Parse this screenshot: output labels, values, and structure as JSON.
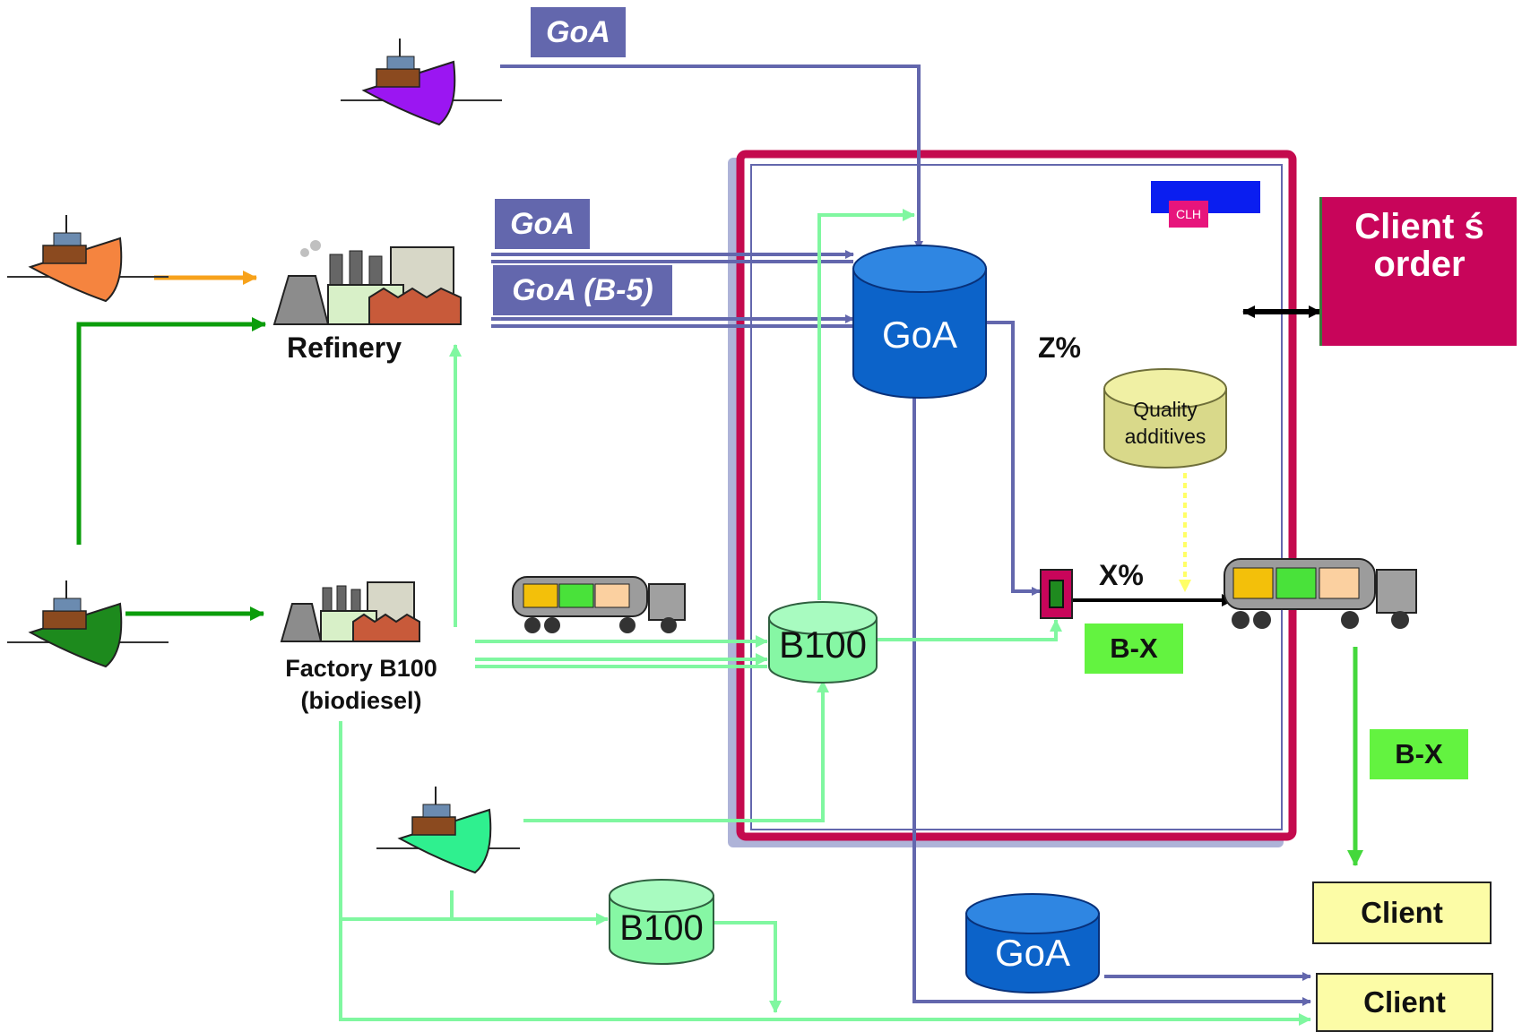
{
  "labels": {
    "goa_top": "GoA",
    "goa_mid": "GoA",
    "goa_b5": "GoA (B-5)",
    "refinery": "Refinery",
    "factory_line1": "Factory B100",
    "factory_line2": "(biodiesel)",
    "z_percent": "Z%",
    "x_percent": "X%",
    "bx_inside": "B-X",
    "bx_outside": "B-X",
    "client_order": "Client ś order",
    "client_1": "Client",
    "client_2": "Client",
    "clh_logo": "CLH"
  },
  "tanks": {
    "goa_main": "GoA",
    "b100_main": "B100",
    "b100_lower": "B100",
    "goa_lower": "GoA",
    "quality_line1": "Quality",
    "quality_line2": "additives"
  },
  "colors": {
    "navy_line": "#6367ad",
    "light_green": "#80f7a0",
    "dark_green": "#0b9d0b",
    "orange": "#f7a21b",
    "terminal_border": "#c40a4e",
    "goa_tank": "#0c63c9",
    "b100_tank": "#86f7a4",
    "quality_tank": "#d9d98a"
  },
  "icons": {
    "ships": [
      "ship-purple",
      "ship-orange",
      "ship-green",
      "ship-light-green"
    ],
    "factories": [
      "refinery-factory",
      "biodiesel-factory"
    ],
    "trucks": [
      "tanker-truck-left",
      "tanker-truck-right"
    ]
  }
}
